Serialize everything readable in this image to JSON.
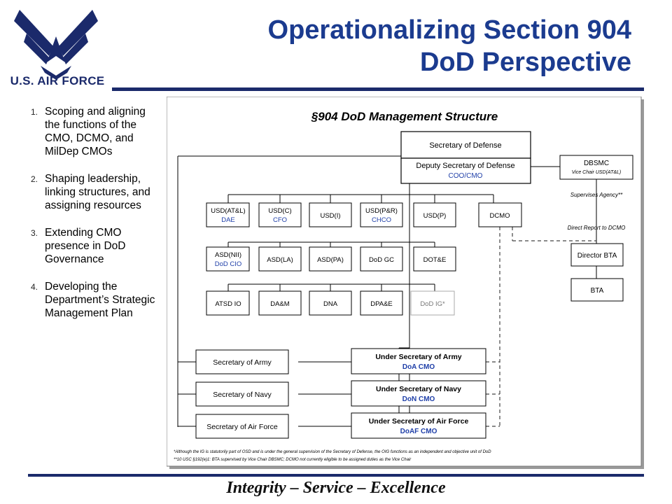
{
  "header": {
    "logo_text": "U.S. AIR FORCE",
    "title_line1": "Operationalizing Section 904",
    "title_line2": "DoD Perspective"
  },
  "steps": [
    {
      "num": "1.",
      "text": "Scoping and aligning the functions of the CMO, DCMO, and MilDep CMOs"
    },
    {
      "num": "2.",
      "text": "Shaping leadership, linking structures, and assigning resources"
    },
    {
      "num": "3.",
      "text": "Extending CMO presence in DoD Governance"
    },
    {
      "num": "4.",
      "text": "Developing the Department’s Strategic Management Plan"
    }
  ],
  "diagram": {
    "title": "§904 DoD Management Structure",
    "secdef": "Secretary of Defense",
    "depsecdef": {
      "name": "Deputy Secretary of Defense",
      "role": "COO/CMO"
    },
    "dbsmc": {
      "name": "DBSMC",
      "role": "Vice Chair USD(AT&L)"
    },
    "supervises_label": "Supervises Agency**",
    "direct_report_label": "Direct Report to DCMO",
    "director_bta": "Director BTA",
    "bta": "BTA",
    "row1": [
      {
        "name": "USD(AT&L)",
        "role": "DAE"
      },
      {
        "name": "USD(C)",
        "role": "CFO"
      },
      {
        "name": "USD(I)",
        "role": ""
      },
      {
        "name": "USD(P&R)",
        "role": "CHCO"
      },
      {
        "name": "USD(P)",
        "role": ""
      },
      {
        "name": "DCMO",
        "role": ""
      }
    ],
    "row2": [
      {
        "name": "ASD(NII)",
        "role": "DoD CIO"
      },
      {
        "name": "ASD(LA)",
        "role": ""
      },
      {
        "name": "ASD(PA)",
        "role": ""
      },
      {
        "name": "DoD GC",
        "role": ""
      },
      {
        "name": "DOT&E",
        "role": ""
      }
    ],
    "row3": [
      {
        "name": "ATSD IO",
        "role": ""
      },
      {
        "name": "DA&M",
        "role": ""
      },
      {
        "name": "DNA",
        "role": ""
      },
      {
        "name": "DPA&E",
        "role": ""
      },
      {
        "name": "DoD IG*",
        "role": ""
      }
    ],
    "services": [
      {
        "secretary": "Secretary of Army",
        "under": "Under Secretary of Army",
        "cmo": "DoA CMO"
      },
      {
        "secretary": "Secretary of Navy",
        "under": "Under Secretary of Navy",
        "cmo": "DoN CMO"
      },
      {
        "secretary": "Secretary of Air Force",
        "under": "Under Secretary of Air Force",
        "cmo": "DoAF CMO"
      }
    ],
    "footnote1": "*Although the IG is statutorily part of OSD and is under the general supervision of the Secretary of Defense, the OIG functions as an independent and objective unit of DoD",
    "footnote2": "**10 USC §192(e)1: BTA supervised by Vice Chair DBSMC; DCMO not currently eligible to be assigned duties as the Vice Chair"
  },
  "footer": {
    "motto": "Integrity – Service – Excellence"
  },
  "colors": {
    "brand_navy": "#1b2a6b",
    "title_blue": "#1b3b8f",
    "role_blue": "#1f3fa8"
  }
}
